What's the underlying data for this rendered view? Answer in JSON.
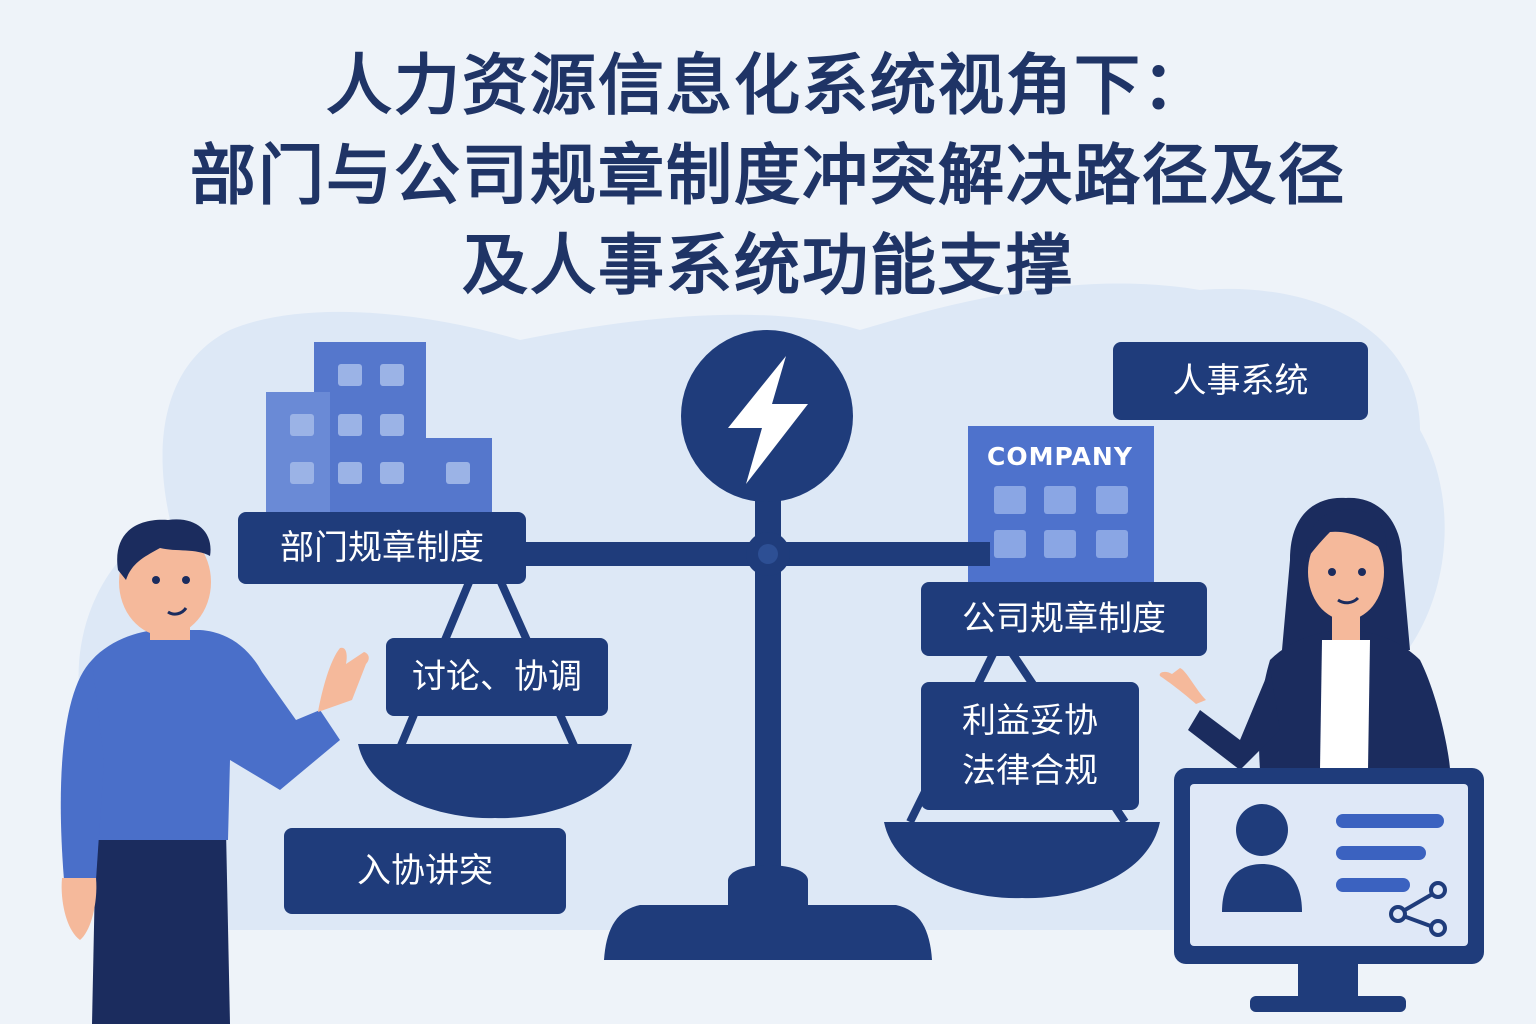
{
  "title": {
    "line1": "人力资源信息化系统视角下：",
    "line2": "部门与公司规章制度冲突解决路径及径",
    "line3": "及人事系统功能支撑"
  },
  "labels": {
    "dept_rules": "部门规章制度",
    "discuss": "讨论、协调",
    "conflict": "入协讲突",
    "hr_system": "人事系统",
    "company_rules": "公司规章制度",
    "interests_line1": "利益妥协",
    "interests_line2": "法律合规"
  },
  "company_sign": "COMPANY",
  "icons": {
    "lightning": "lightning-icon",
    "dept_building": "building-icon",
    "company_building": "company-building-icon",
    "balance": "balance-scale-icon",
    "user_profile": "user-profile-icon",
    "network": "network-icon"
  },
  "colors": {
    "navy": "#1f3c7b",
    "dark_navy": "#1b2c5e",
    "blue": "#4a6fc9",
    "light_blue_bg": "#dde8f6",
    "background": "#eef3f9",
    "skin": "#f5b99b",
    "white": "#ffffff"
  }
}
